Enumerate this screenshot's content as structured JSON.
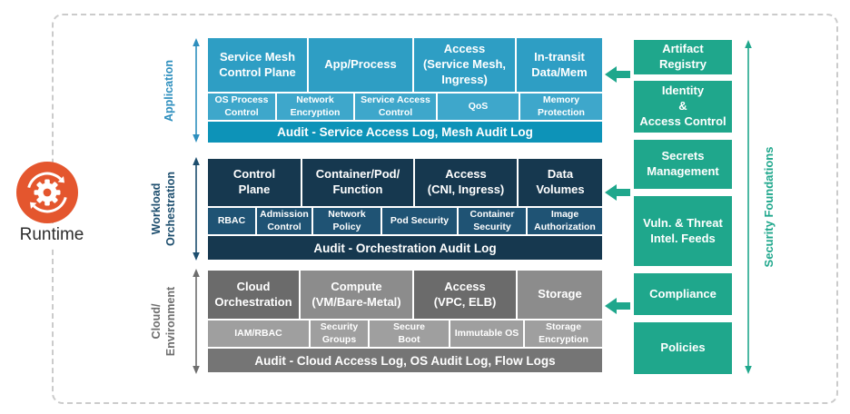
{
  "runtime": {
    "label": "Runtime"
  },
  "palette": {
    "app-top": "#2E9EC4",
    "app-mid": "#3EA7CB",
    "app-audit": "#0D93B8",
    "app-accent": "#2E8FBE",
    "wl-top": "#16384F",
    "wl-mid": "#1F5374",
    "wl-audit": "#16384F",
    "wl-accent": "#1D4E6E",
    "cloud-top-dark": "#6B6B6B",
    "cloud-top-light": "#8C8C8C",
    "cloud-mid": "#9F9F9F",
    "cloud-audit": "#757575",
    "cloud-accent": "#6E6E6E",
    "green": "#1FA78C",
    "runtime-orange": "#E4562E",
    "boundary-gray": "#CBCBCB",
    "text-dark": "#2D2D2D"
  },
  "layers": [
    {
      "axis_label": "Application",
      "top_cells": [
        "Service Mesh\nControl Plane",
        "App/Process",
        "Access\n(Service Mesh,\nIngress)",
        "In-transit\nData/Mem"
      ],
      "control_cells": [
        "OS Process\nControl",
        "Network\nEncryption",
        "Service Access\nControl",
        "QoS",
        "Memory\nProtection"
      ],
      "audit_label": "Audit - Service Access Log, Mesh Audit Log"
    },
    {
      "axis_label": "Workload\nOrchestration",
      "top_cells": [
        "Control\nPlane",
        "Container/Pod/\nFunction",
        "Access\n(CNI, Ingress)",
        "Data\nVolumes"
      ],
      "control_cells": [
        "RBAC",
        "Admission\nControl",
        "Network\nPolicy",
        "Pod Security",
        "Container\nSecurity",
        "Image\nAuthorization"
      ],
      "audit_label": "Audit - Orchestration Audit Log"
    },
    {
      "axis_label": "Cloud/\nEnvironment",
      "top_cells": [
        "Cloud\nOrchestration",
        "Compute\n(VM/Bare-Metal)",
        "Access\n(VPC, ELB)",
        "Storage"
      ],
      "control_cells": [
        "IAM/RBAC",
        "Security\nGroups",
        "Secure\nBoot",
        "Immutable OS",
        "Storage\nEncryption"
      ],
      "audit_label": "Audit - Cloud Access Log, OS Audit Log, Flow Logs"
    }
  ],
  "foundations": {
    "axis_label": "Security Foundations",
    "boxes": [
      "Artifact\nRegistry",
      "Identity\n&\nAccess Control",
      "Secrets\nManagement",
      "Vuln. & Threat\nIntel. Feeds",
      "Compliance",
      "Policies"
    ]
  }
}
